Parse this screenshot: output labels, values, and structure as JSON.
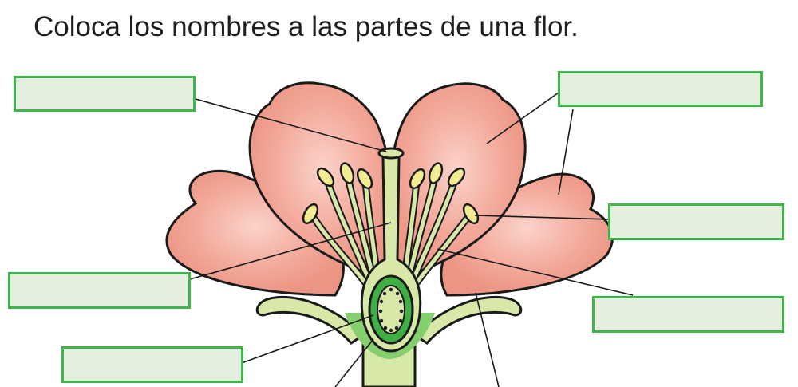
{
  "title": "Coloca los nombres a las partes de una flor.",
  "colors": {
    "petal": "#ef9c8c",
    "petal_highlight": "#fbd3cb",
    "outline": "#1a1a1a",
    "stem": "#d8e8a8",
    "receptacle": "#86cf6e",
    "ovary": "#3fae45",
    "anther": "#f2ec92",
    "box_fill": "#e4efdf",
    "box_border": "#3fb64a"
  },
  "answer_boxes": [
    {
      "id": "box-top-left",
      "value": ""
    },
    {
      "id": "box-top-right",
      "value": ""
    },
    {
      "id": "box-mid-right",
      "value": ""
    },
    {
      "id": "box-mid-left",
      "value": ""
    },
    {
      "id": "box-lower-right",
      "value": ""
    },
    {
      "id": "box-bottom-left",
      "value": ""
    }
  ]
}
